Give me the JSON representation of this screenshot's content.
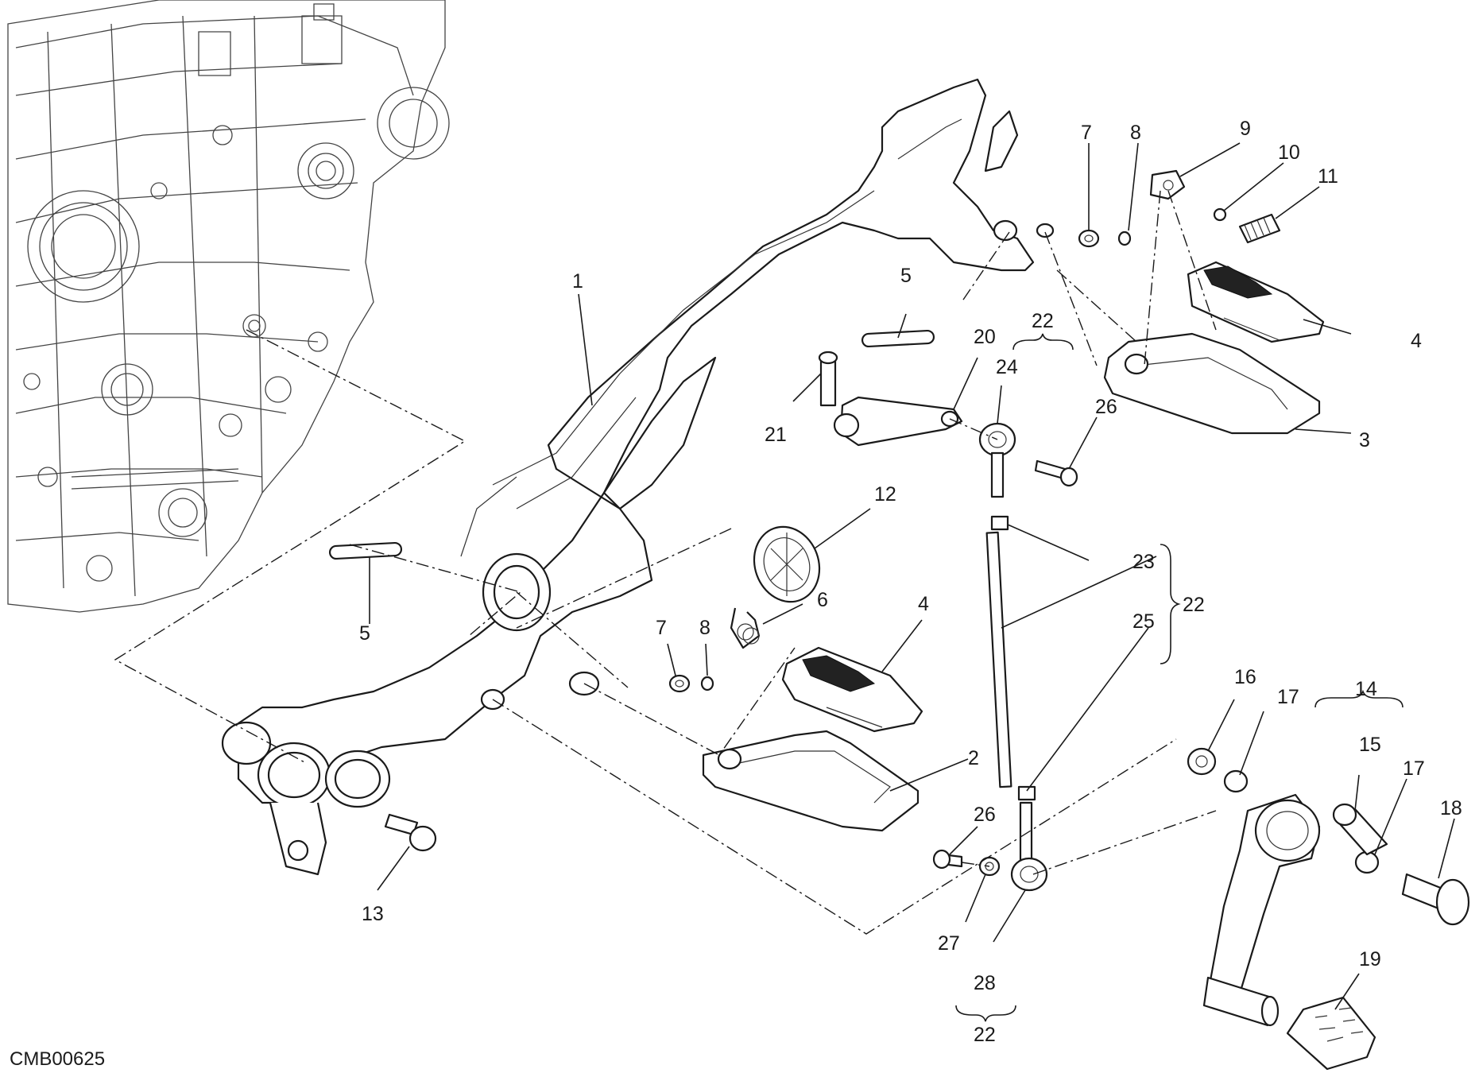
{
  "diagram_code": "CMB00625",
  "callouts": [
    {
      "id": "c1",
      "text": "1"
    },
    {
      "id": "c2",
      "text": "2"
    },
    {
      "id": "c3",
      "text": "3"
    },
    {
      "id": "c4a",
      "text": "4"
    },
    {
      "id": "c4b",
      "text": "4"
    },
    {
      "id": "c5a",
      "text": "5"
    },
    {
      "id": "c5b",
      "text": "5"
    },
    {
      "id": "c6",
      "text": "6"
    },
    {
      "id": "c7a",
      "text": "7"
    },
    {
      "id": "c7b",
      "text": "7"
    },
    {
      "id": "c8a",
      "text": "8"
    },
    {
      "id": "c8b",
      "text": "8"
    },
    {
      "id": "c9",
      "text": "9"
    },
    {
      "id": "c10",
      "text": "10"
    },
    {
      "id": "c11",
      "text": "11"
    },
    {
      "id": "c12",
      "text": "12"
    },
    {
      "id": "c13",
      "text": "13"
    },
    {
      "id": "c14",
      "text": "14"
    },
    {
      "id": "c15",
      "text": "15"
    },
    {
      "id": "c16",
      "text": "16"
    },
    {
      "id": "c17a",
      "text": "17"
    },
    {
      "id": "c17b",
      "text": "17"
    },
    {
      "id": "c18",
      "text": "18"
    },
    {
      "id": "c19",
      "text": "19"
    },
    {
      "id": "c20",
      "text": "20"
    },
    {
      "id": "c21",
      "text": "21"
    },
    {
      "id": "c22a",
      "text": "22"
    },
    {
      "id": "c22b",
      "text": "22"
    },
    {
      "id": "c22c",
      "text": "22"
    },
    {
      "id": "c23",
      "text": "23"
    },
    {
      "id": "c24",
      "text": "24"
    },
    {
      "id": "c25",
      "text": "25"
    },
    {
      "id": "c26a",
      "text": "26"
    },
    {
      "id": "c26b",
      "text": "26"
    },
    {
      "id": "c27",
      "text": "27"
    },
    {
      "id": "c28",
      "text": "28"
    }
  ],
  "colors": {
    "ink": "#1a1a1a",
    "paper": "#ffffff"
  }
}
